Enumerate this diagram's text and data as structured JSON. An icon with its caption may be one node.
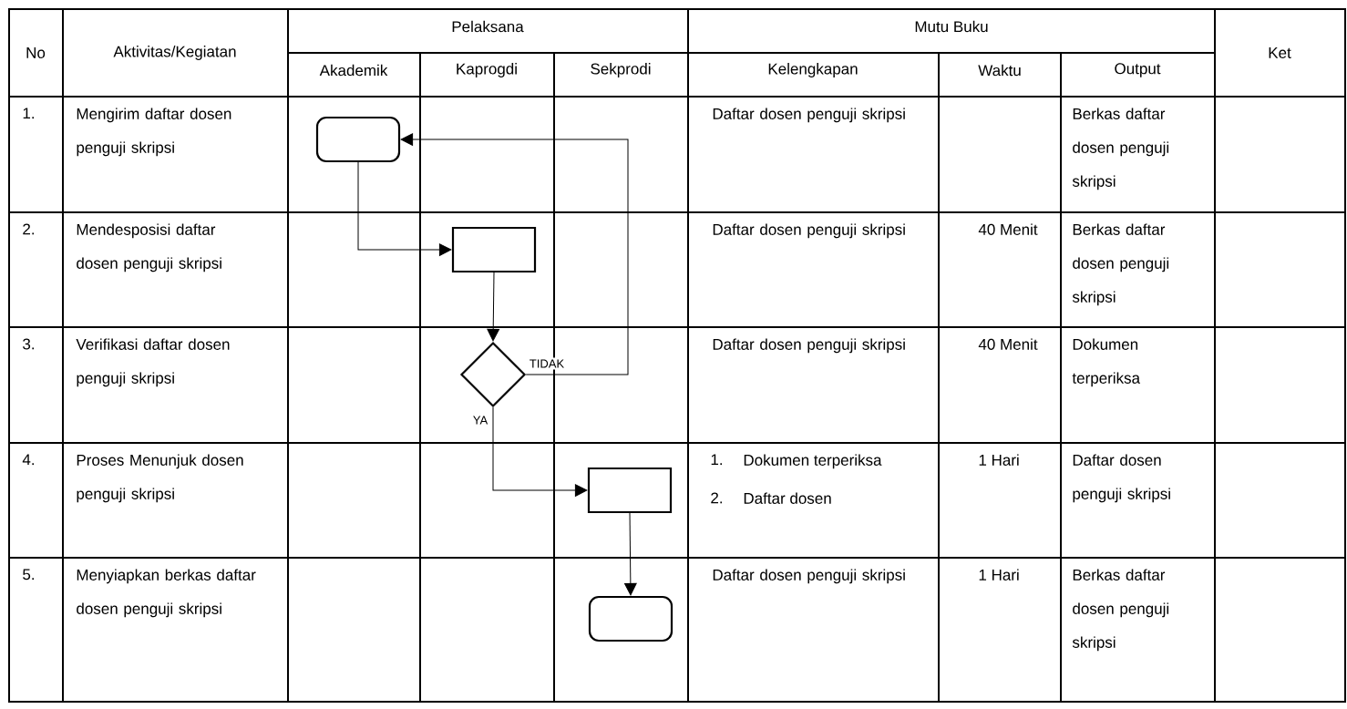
{
  "diagram": {
    "nodes": [
      {
        "text": [],
        "shape": "terminal"
      },
      {
        "text": [],
        "shape": "box"
      },
      {
        "text": [],
        "shape": "diamond"
      },
      {
        "text": [],
        "shape": "box"
      },
      {
        "text": [],
        "shape": "terminal"
      }
    ],
    "edges": [
      {
        "from": 0,
        "to": 1,
        "arrow": "to"
      },
      {
        "from": 1,
        "to": 2,
        "arrow": "to"
      },
      {
        "from": 2,
        "to": 3,
        "arrow": "to",
        "label": "YA"
      },
      {
        "from": 2,
        "to": 0,
        "arrow": "to",
        "label": "TIDAK"
      },
      {
        "from": 3,
        "to": 4,
        "arrow": "to"
      }
    ],
    "labels": [
      "No",
      "Aktivitas/Kegiatan",
      "Pelaksana",
      "Mutu Buku",
      "Ket",
      "Akademik",
      "Kaprogdi",
      "Sekprodi",
      "Kelengkapan",
      "Waktu",
      "Output",
      "1.",
      "Mengirim daftar dosen penguji skripsi",
      "Daftar dosen penguji skripsi",
      "Berkas daftar dosen penguji skripsi",
      "2.",
      "Mendesposisi daftar dosen penguji skripsi",
      "Daftar dosen penguji skripsi",
      "40 Menit",
      "Berkas daftar dosen penguji skripsi",
      "3.",
      "Verifikasi daftar dosen penguji skripsi",
      "Daftar dosen penguji skripsi",
      "40 Menit",
      "Dokumen terperiksa",
      "4.",
      "Proses Menunjuk dosen penguji skripsi",
      "1.",
      "Dokumen terperiksa",
      "2.",
      "Daftar dosen",
      "1 Hari",
      "Daftar dosen penguji skripsi",
      "5.",
      "Menyiapkan berkas daftar dosen penguji skripsi",
      "Daftar dosen penguji skripsi",
      "1 Hari",
      "Berkas daftar dosen penguji skripsi"
    ]
  }
}
